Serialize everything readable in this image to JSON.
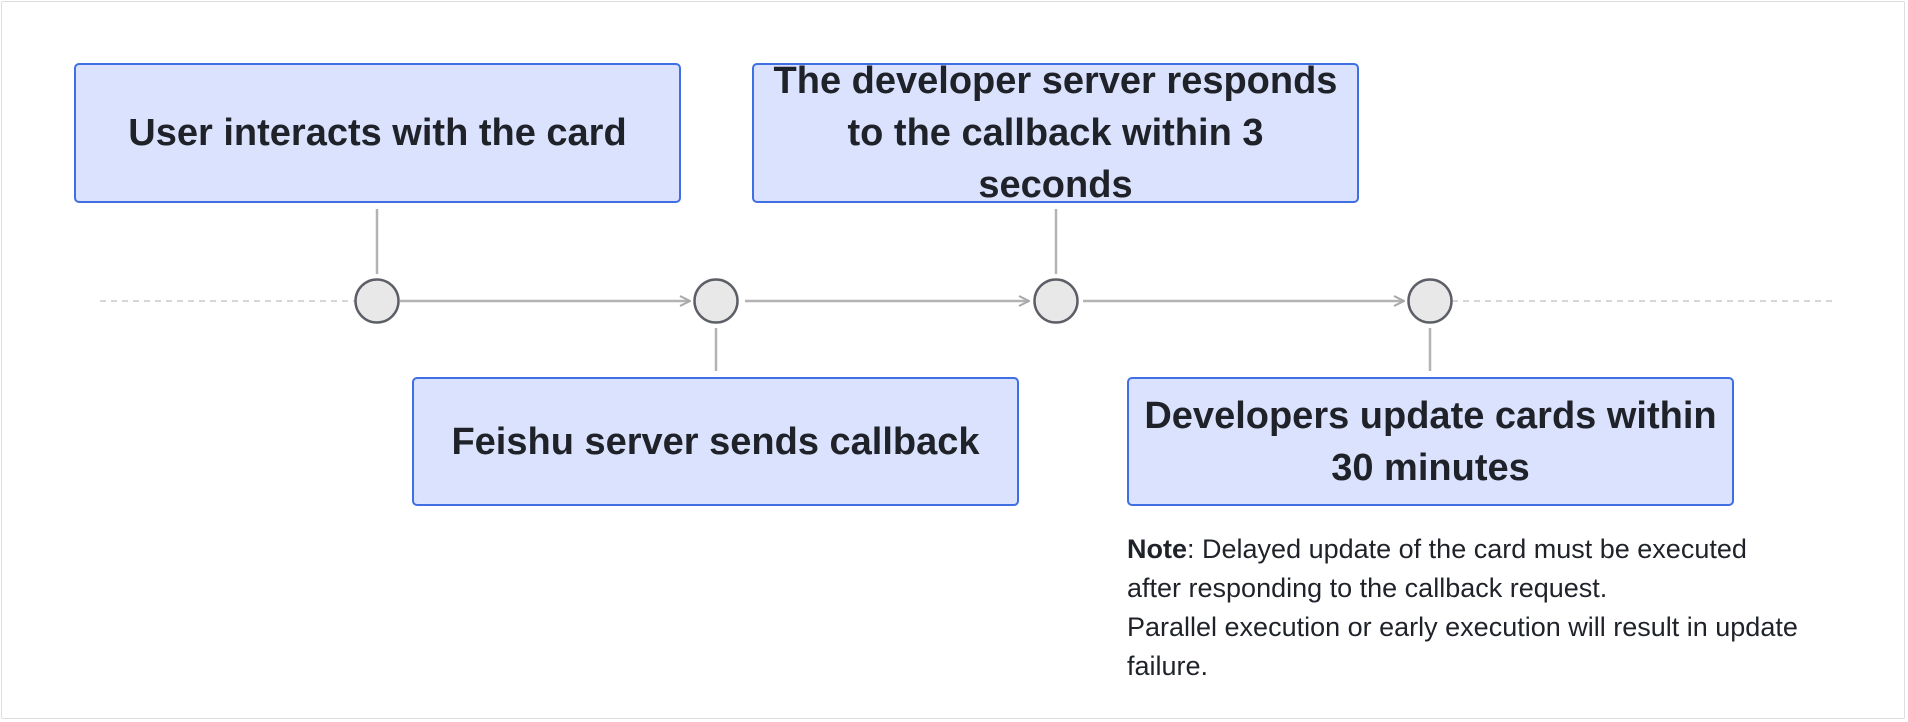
{
  "steps": [
    {
      "label": "User interacts with the card"
    },
    {
      "label": "Feishu server sends callback"
    },
    {
      "label": "The developer server responds to the callback within 3 seconds"
    },
    {
      "label": "Developers update cards within 30 minutes"
    }
  ],
  "note": {
    "label": "Note",
    "separator": ":",
    "line1": " Delayed update of the card must be executed after responding to the callback request.",
    "line2": "Parallel execution or early execution will result in update failure."
  },
  "colors": {
    "box_fill": "#dae2fd",
    "box_border": "#3f6fe3",
    "node_fill": "#e8e8e8",
    "node_stroke": "#5c5f66",
    "connector": "#b3b3b3",
    "timeline_dash": "#c8c8c8",
    "text": "#1f2329"
  }
}
